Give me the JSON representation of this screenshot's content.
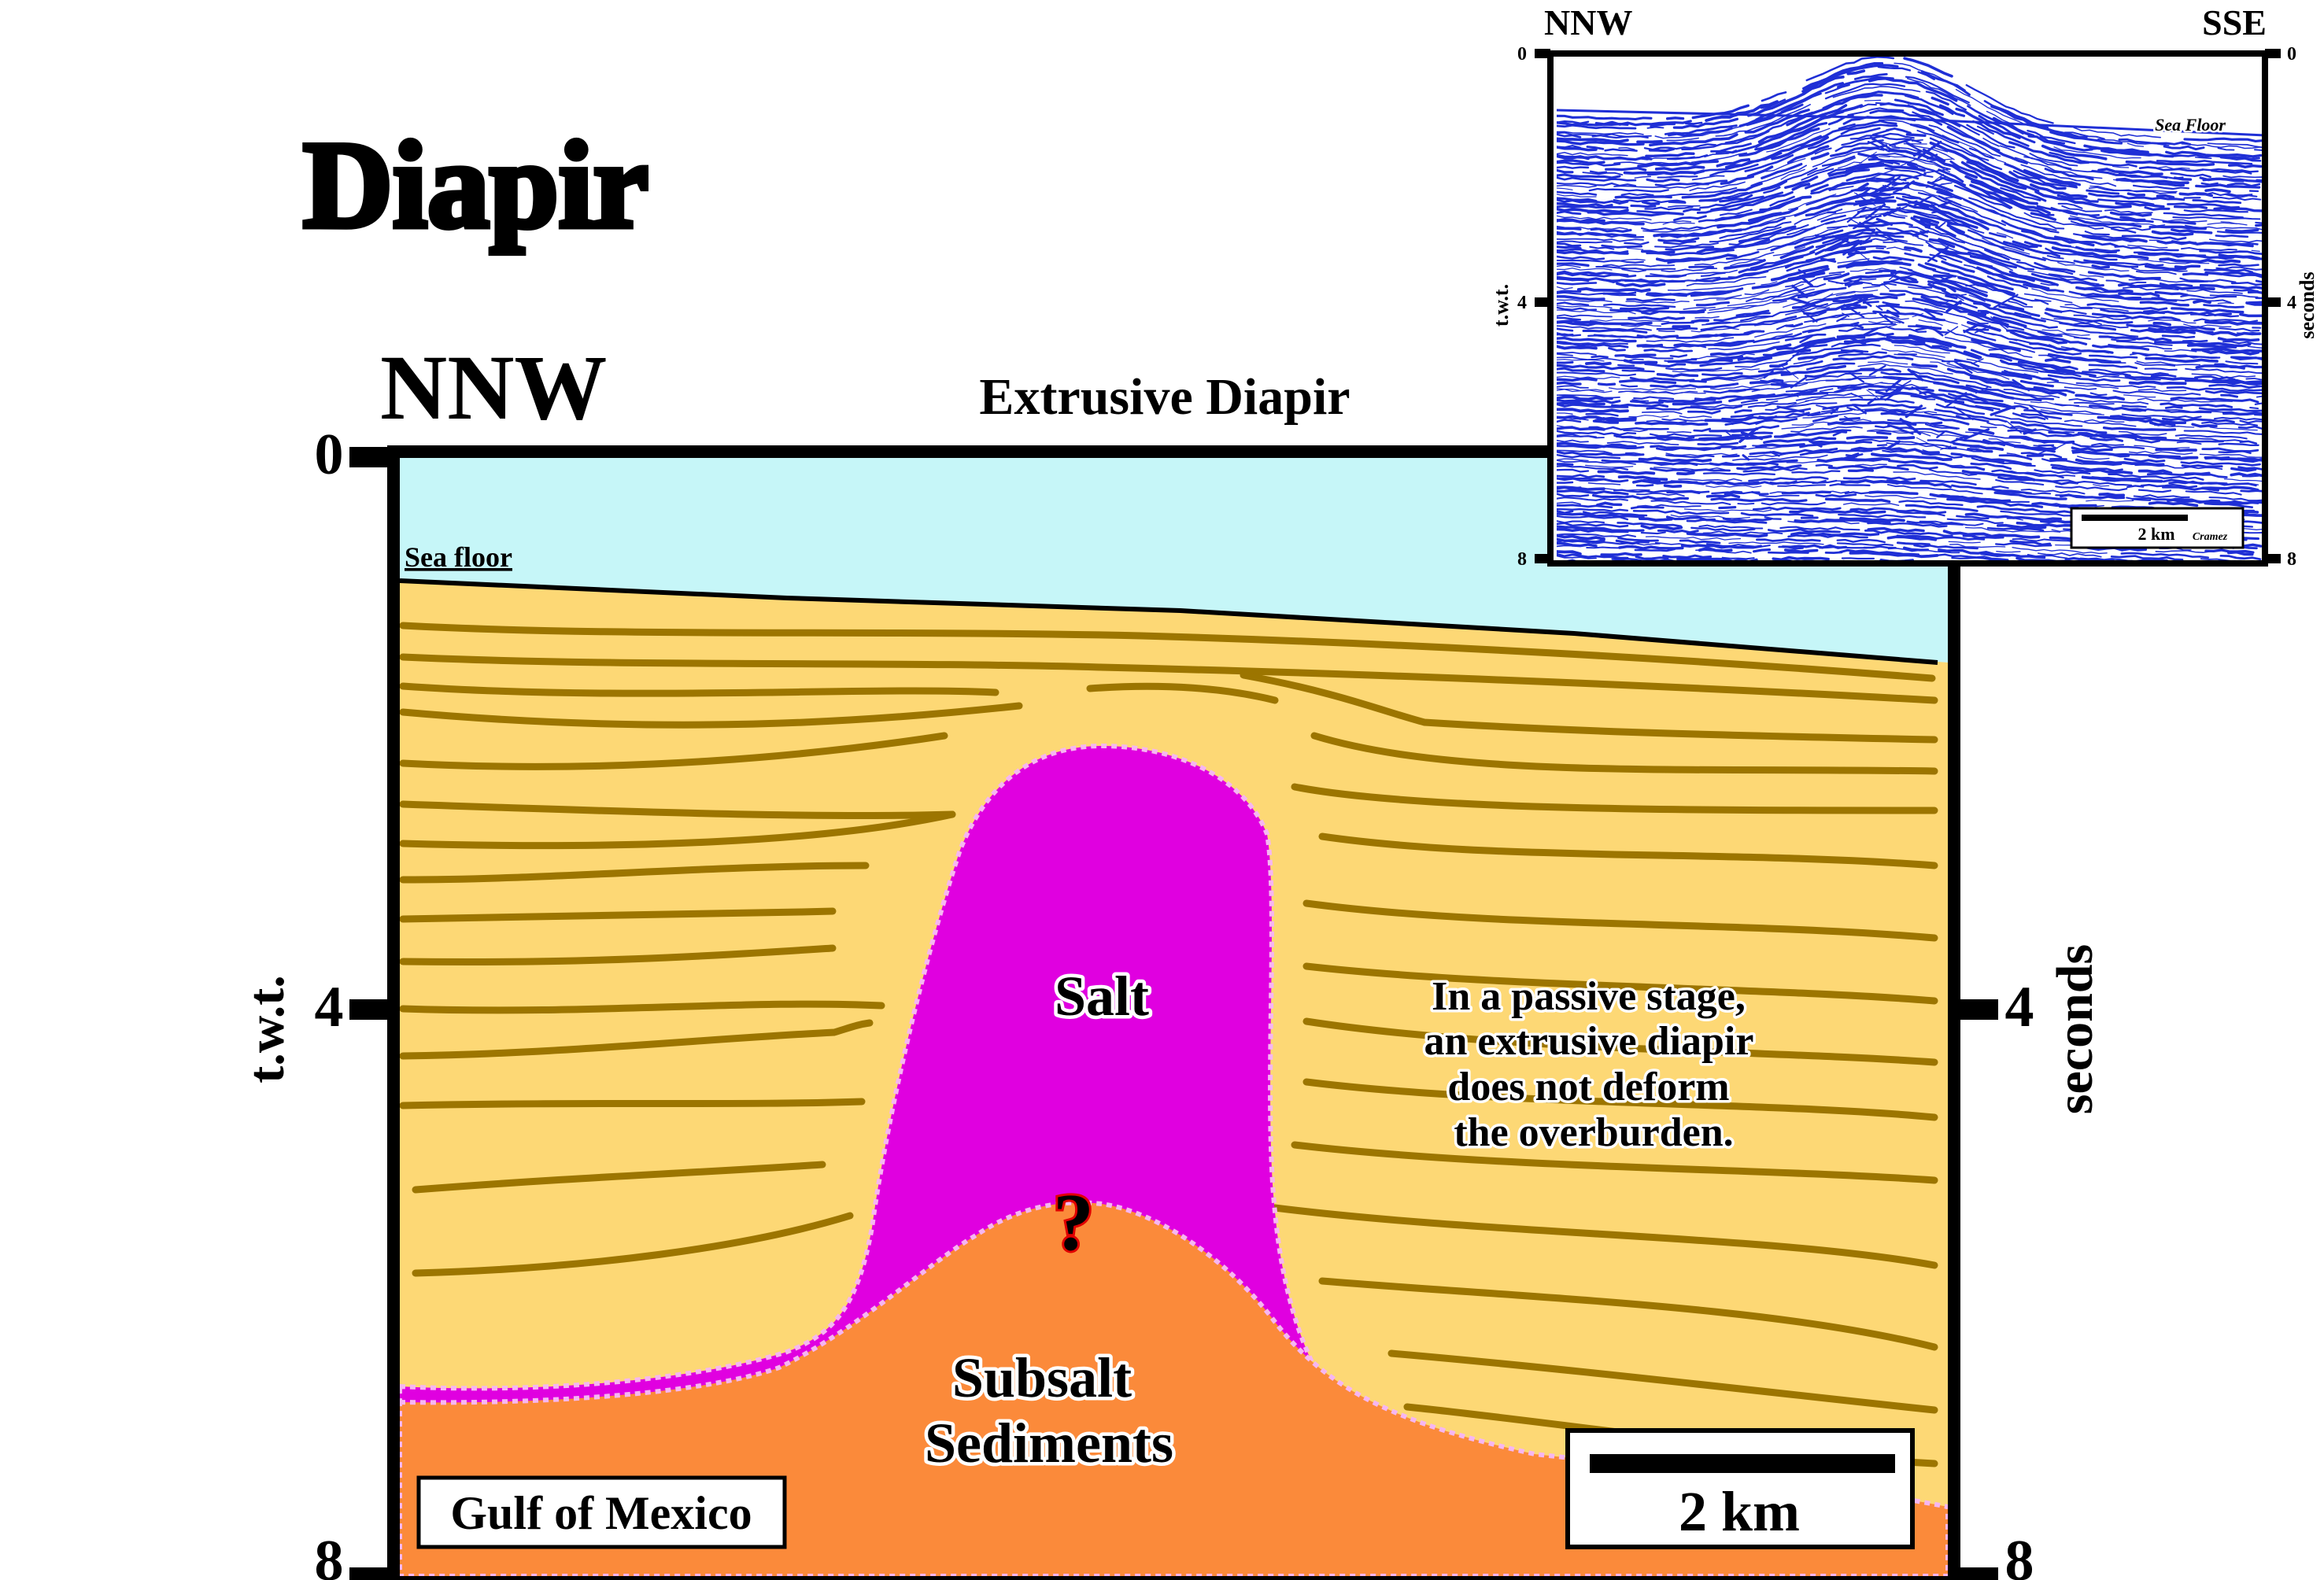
{
  "title": "Diapir",
  "section": {
    "left_direction": "NNW",
    "heading": "Extrusive Diapir",
    "left_axis_label": "t.w.t.",
    "right_axis_label": "seconds",
    "ticks": [
      "0",
      "4",
      "8"
    ],
    "sea_floor_label": "Sea floor",
    "salt_label": "Salt",
    "question_mark": "?",
    "subsalt_label": [
      "Subsalt",
      "Sediments"
    ],
    "annotation": [
      "In a passive stage,",
      "an extrusive diapir",
      "does not deform",
      "the overburden."
    ],
    "location_label": "Gulf of Mexico",
    "scale_label": "2 km"
  },
  "seismic_inset": {
    "left_direction": "NNW",
    "right_direction": "SSE",
    "left_axis_label": "t.w.t.",
    "right_axis_label": "seconds",
    "ticks": [
      "0",
      "4",
      "8"
    ],
    "sea_floor_label": "Sea Floor",
    "scale_label": "2 km",
    "credit": "Cramez"
  },
  "colors": {
    "water": "#c6f6f8",
    "overburden": "#fdd875",
    "horizon": "#9c7500",
    "salt": "#e000e0",
    "subsalt": "#fb8a3a",
    "salt_outline": "#f6b6f2",
    "seismic": "#1f2fd6",
    "title_red": "#e60000",
    "frame": "#000000"
  }
}
